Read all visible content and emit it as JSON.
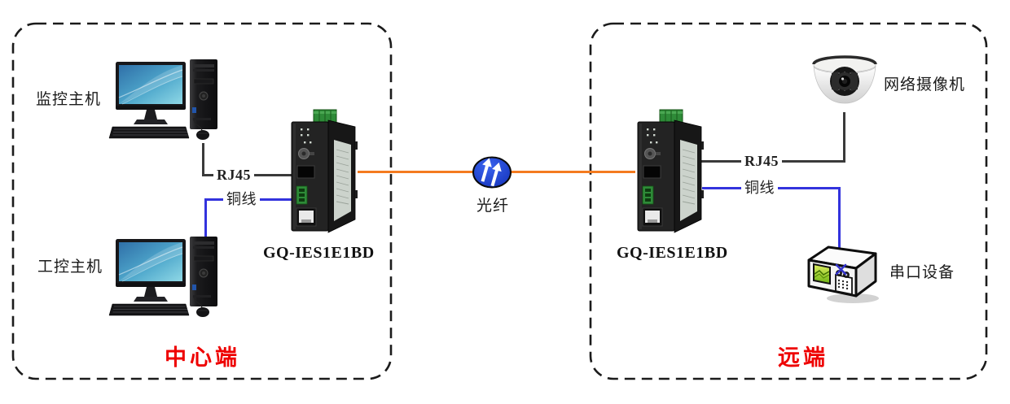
{
  "center_zone": {
    "label": "中心端",
    "hosts": [
      {
        "label": "监控主机"
      },
      {
        "label": "工控主机"
      }
    ],
    "device_label": "GQ-IES1E1BD",
    "rj45_label": "RJ45",
    "copper_label": "铜线"
  },
  "fiber": {
    "label": "光纤"
  },
  "remote_zone": {
    "label": "远端",
    "device_label": "GQ-IES1E1BD",
    "camera_label": "网络摄像机",
    "serial_label": "串口设备",
    "rj45_label": "RJ45",
    "copper_label": "铜线"
  },
  "icons": {
    "fiber_icon": "blue-ellipse-double-arrow",
    "computer_icon": "desktop-pc-with-tower",
    "converter_icon": "industrial-media-converter",
    "camera_icon": "dome-camera",
    "serial_icon": "serial-device-box"
  },
  "colors": {
    "fiber_line": "#f47b20",
    "copper_line": "#3333dd",
    "rj45_line": "#3a3a3a",
    "zone_label": "#ee0000",
    "fiber_icon_fill": "#1a3fd4",
    "dashed_border": "#1b1b1b"
  }
}
